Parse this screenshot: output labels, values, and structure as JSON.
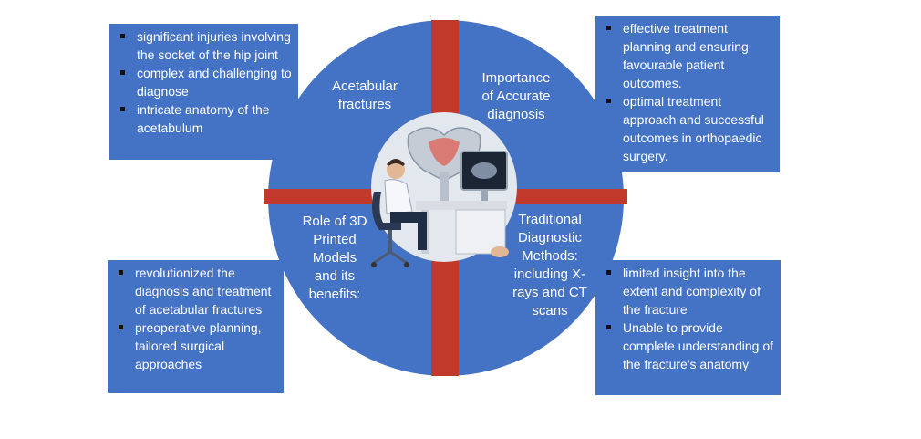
{
  "quadrants": {
    "top_left": "Acetabular\nfractures",
    "top_right": "Importance\nof Accurate\ndiagnosis",
    "bottom_left": "Role of 3D\nPrinted\nModels\nand its\nbenefits:",
    "bottom_right": "Traditional\nDiagnostic\nMethods:\nincluding X-\nrays and CT\nscans"
  },
  "boxes": {
    "top_left": [
      "significant injuries involving the socket of the hip joint",
      "complex and challenging to diagnose",
      "intricate anatomy of the acetabulum"
    ],
    "top_right": [
      "effective treatment planning and ensuring favourable patient outcomes.",
      "optimal treatment approach and successful outcomes in orthopaedic surgery."
    ],
    "bottom_left": [
      "revolutionized the diagnosis and treatment of acetabular fractures",
      "preoperative planning, tailored surgical approaches"
    ],
    "bottom_right": [
      "limited insight into the extent and complexity of the fracture",
      "Unable to provide complete understanding of the fracture's anatomy"
    ]
  },
  "colors": {
    "circle": "#4472c4",
    "cross": "#c0392b",
    "box": "#4472c4"
  },
  "icons": [
    "surgeon-at-workstation-illustration",
    "pelvis-model-icon",
    "monitor-icon"
  ]
}
